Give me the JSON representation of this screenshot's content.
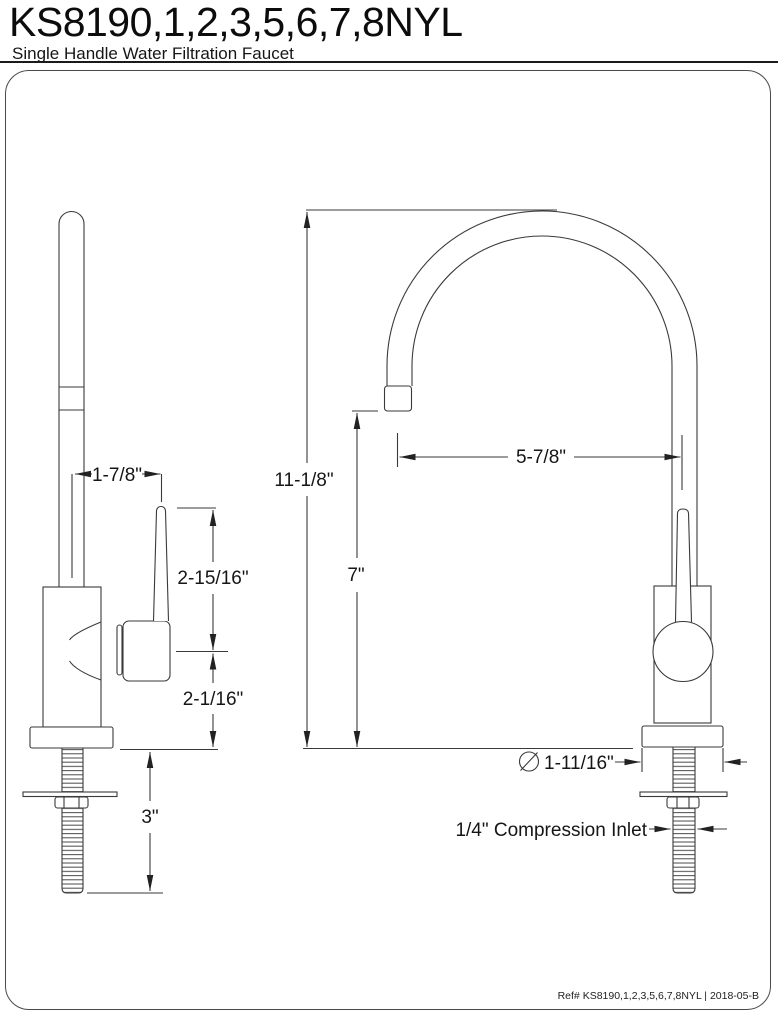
{
  "page": {
    "title": "KS8190,1,2,3,5,6,7,8NYL",
    "subtitle": "Single Handle Water Filtration Faucet",
    "footer_ref": "Ref# KS8190,1,2,3,5,6,7,8NYL | 2018-05-B",
    "line_color": "#3a3a3a",
    "background": "#ffffff"
  },
  "side_view": {
    "dimensions": {
      "spout_to_handle": "1-7/8\"",
      "handle_height": "2-15/16\"",
      "body_height": "2-1/16\"",
      "shank_length": "3\""
    }
  },
  "front_view": {
    "dimensions": {
      "overall_height": "11-1/8\"",
      "spout_height": "7\"",
      "spout_reach": "5-7/8\"",
      "base_diameter": "1-11/16\"",
      "inlet_label": "1/4\" Compression Inlet"
    }
  }
}
